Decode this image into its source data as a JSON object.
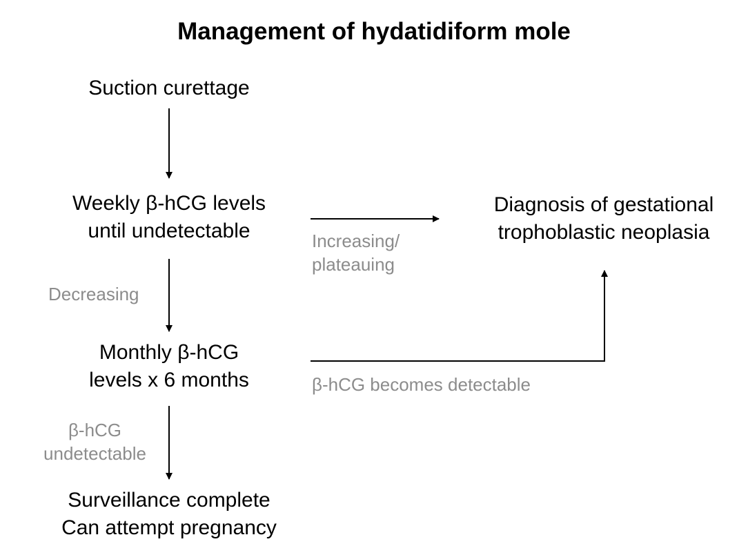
{
  "diagram": {
    "title": "Management of hydatidiform mole",
    "nodes": {
      "suction": {
        "lines": [
          "Suction curettage"
        ]
      },
      "weekly": {
        "lines": [
          "Weekly β-hCG levels",
          "until undetectable"
        ]
      },
      "diagnosis": {
        "lines": [
          "Diagnosis of gestational",
          "trophoblastic neoplasia"
        ]
      },
      "monthly": {
        "lines": [
          "Monthly β-hCG",
          "levels x 6 months"
        ]
      },
      "surveillance": {
        "lines": [
          "Surveillance complete",
          "Can attempt pregnancy"
        ]
      }
    },
    "edge_labels": {
      "increasing": [
        "Increasing/",
        "plateauing"
      ],
      "decreasing": [
        "Decreasing"
      ],
      "detectable": [
        "β-hCG becomes detectable"
      ],
      "undetectable": [
        "β-hCG",
        "undetectable"
      ]
    },
    "colors": {
      "text": "#000000",
      "edge_label": "#8c8c8c",
      "arrow": "#000000"
    }
  }
}
